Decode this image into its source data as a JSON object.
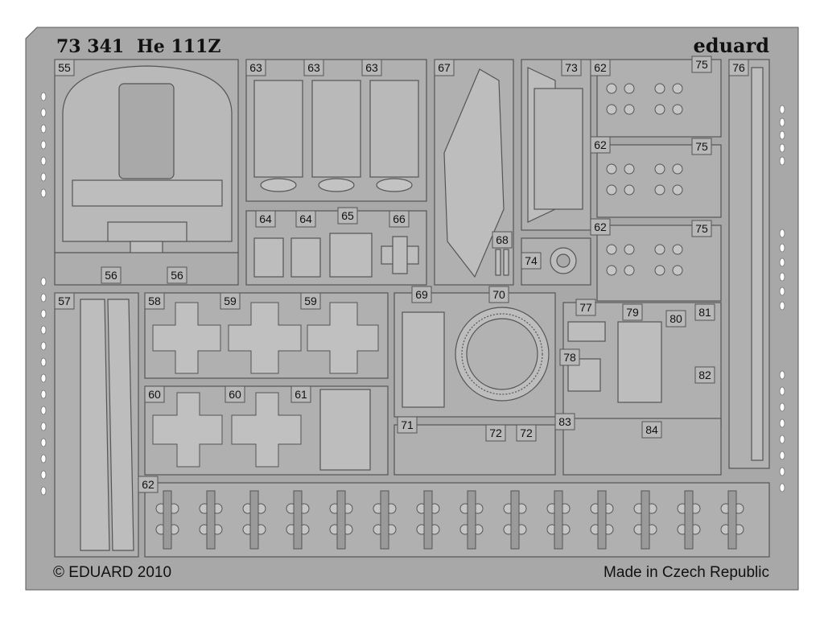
{
  "header": {
    "code": "73 341",
    "model": "He 111Z",
    "brand": "eduard"
  },
  "footer": {
    "copyright": "© EDUARD 2010",
    "origin": "Made in Czech Republic"
  },
  "parts": {
    "p55": "55",
    "p56a": "56",
    "p56b": "56",
    "p57": "57",
    "p58": "58",
    "p59a": "59",
    "p59b": "59",
    "p60a": "60",
    "p60b": "60",
    "p61": "61",
    "p62a": "62",
    "p62b": "62",
    "p62c": "62",
    "p62d": "62",
    "p63a": "63",
    "p63b": "63",
    "p63c": "63",
    "p64a": "64",
    "p64b": "64",
    "p65": "65",
    "p66": "66",
    "p67": "67",
    "p68": "68",
    "p69": "69",
    "p70": "70",
    "p71": "71",
    "p72a": "72",
    "p72b": "72",
    "p73": "73",
    "p74": "74",
    "p75a": "75",
    "p75b": "75",
    "p75c": "75",
    "p76": "76",
    "p77": "77",
    "p78": "78",
    "p79": "79",
    "p80": "80",
    "p81": "81",
    "p82": "82",
    "p83": "83",
    "p84": "84"
  },
  "colors": {
    "fret": "#a8a8a8",
    "part": "#b4b4b4",
    "line": "#5a5a5a",
    "text": "#111111"
  }
}
